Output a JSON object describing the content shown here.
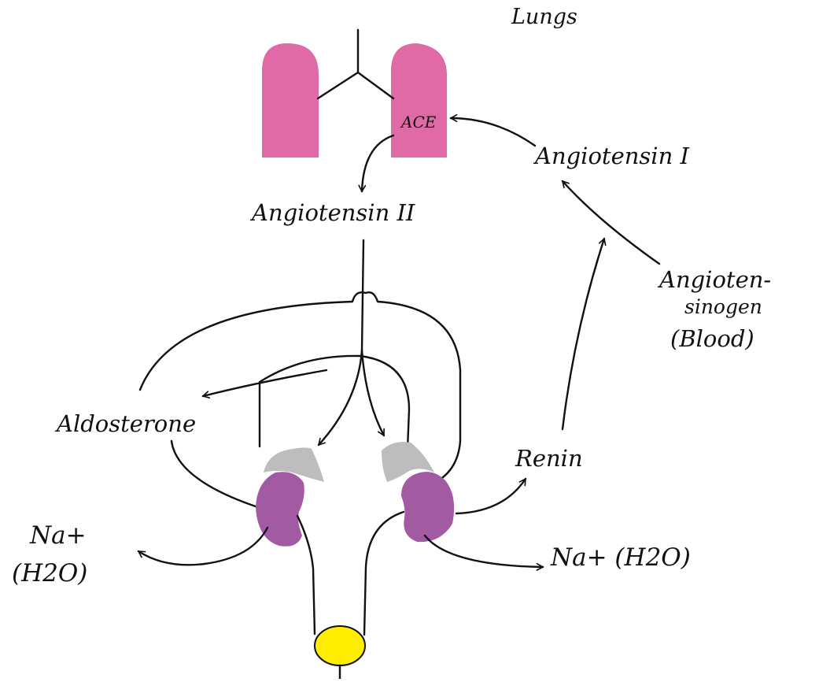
{
  "labels": {
    "lungs": "Lungs",
    "ace": "ACE",
    "angiotensin_1": "Angiotensin I",
    "angiotensin_2": "Angiotensin II",
    "angiotensinogen_line1": "Angioten-",
    "angiotensinogen_line2": "sinogen",
    "angiotensinogen_line3": "(Blood)",
    "aldosterone": "Aldosterone",
    "renin": "Renin",
    "na_left_line1": "Na+",
    "na_left_line2": "(H2O)",
    "na_right": "Na+ (H2O)"
  },
  "colors": {
    "lung": "#e06aa6",
    "kidney": "#a25aa3",
    "adrenal": "#bdbdbd",
    "bladder": "#ffee00",
    "ink": "#111111",
    "background": "#ffffff"
  }
}
